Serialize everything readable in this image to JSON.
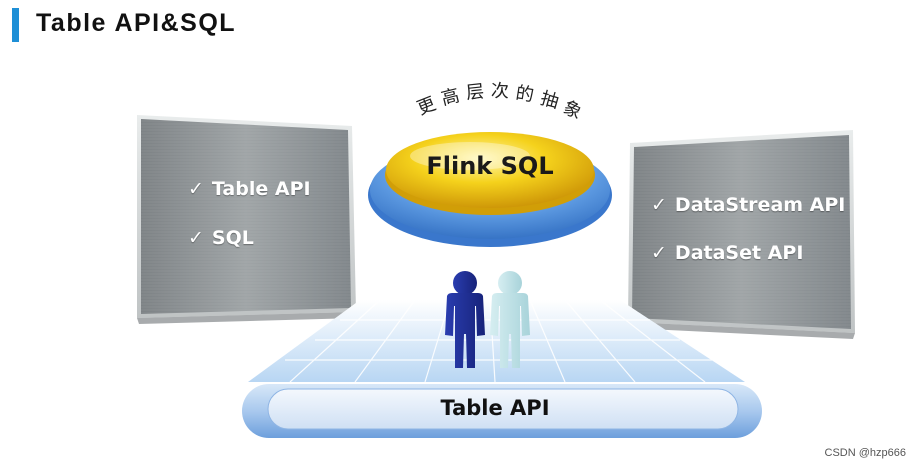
{
  "title": "Table API&SQL",
  "arc_label": "更高层次的抽象",
  "left_panel": {
    "items": [
      "Table API",
      "SQL"
    ]
  },
  "right_panel": {
    "items": [
      "DataStream API",
      "DataSet API"
    ]
  },
  "top_disc_label": "Flink SQL",
  "base_label": "Table API",
  "watermark": "CSDN @hzp666",
  "check_glyph": "✓",
  "colors": {
    "accent_bar": "#1e8fd6",
    "panel_gray": "#8f9597",
    "disc_gold": "#f2c418",
    "disc_blue": "#4f93e0",
    "person_dark": "#1f2f95",
    "person_light": "#bfe3e8"
  }
}
